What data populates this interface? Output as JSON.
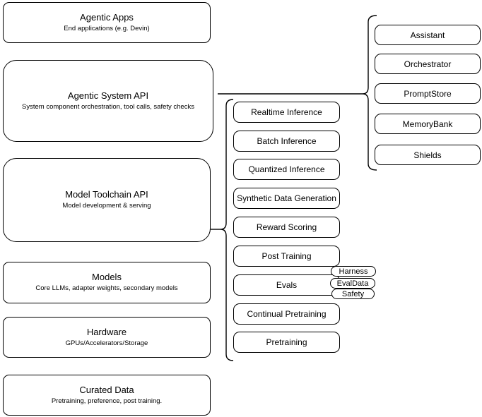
{
  "stack": {
    "nodes": [
      {
        "title": "Agentic Apps",
        "subtitle": "End applications (e.g. Devin)"
      },
      {
        "title": "Agentic System API",
        "subtitle": "System component orchestration, tool calls, safety checks"
      },
      {
        "title": "Model Toolchain API",
        "subtitle": "Model development & serving"
      },
      {
        "title": "Models",
        "subtitle": "Core LLMs, adapter weights, secondary models"
      },
      {
        "title": "Hardware",
        "subtitle": "GPUs/Accelerators/Storage"
      },
      {
        "title": "Curated Data",
        "subtitle": "Pretraining, preference, post training."
      }
    ]
  },
  "toolchain": {
    "items": [
      "Realtime Inference",
      "Batch Inference",
      "Quantized Inference",
      "Synthetic Data Generation",
      "Reward Scoring",
      "Post Training",
      "Evals",
      "Continual Pretraining",
      "Pretraining"
    ]
  },
  "eval_tags": [
    "Harness",
    "EvalData",
    "Safety"
  ],
  "components": [
    "Assistant",
    "Orchestrator",
    "PromptStore",
    "MemoryBank",
    "Shields"
  ],
  "colors": {
    "stroke": "#000000",
    "fill": "#ffffff",
    "background": "#ffffff",
    "text": "#000000"
  }
}
